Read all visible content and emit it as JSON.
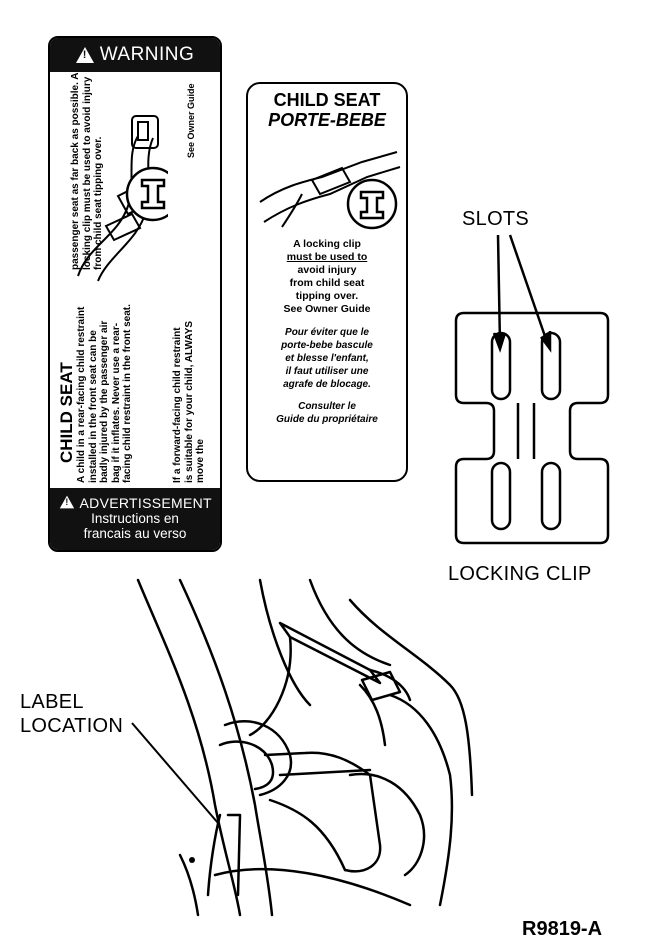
{
  "warning_label": {
    "header": "WARNING",
    "see_owner_guide": "See Owner Guide",
    "title": "CHILD SEAT",
    "text_col1": "passenger seat as far back as possible. A locking clip must be used to avoid injury from child seat tipping over.",
    "text_col2": "A child in a rear-facing child restraint installed in the front seat can be badly injured by the passenger air bag if it inflates. Never use a rear-facing child restraint in the front seat.",
    "text_col3": "If a forward-facing child restraint is suitable for your child, ALWAYS move the",
    "footer_title": "ADVERTISSEMENT",
    "footer_line1": "Instructions en",
    "footer_line2": "francais au verso"
  },
  "child_seat_label": {
    "title": "CHILD SEAT",
    "title_fr": "PORTE-BEBE",
    "en_line1": "A locking clip",
    "en_line2": "must be used to",
    "en_line3": "avoid injury",
    "en_line4": "from child seat",
    "en_line5": "tipping over.",
    "en_line6": "See Owner Guide",
    "fr_line1": "Pour éviter que le",
    "fr_line2": "porte-bebe bascule",
    "fr_line3": "et blesse l'enfant,",
    "fr_line4": "il faut utiliser une",
    "fr_line5": "agrafe de blocage.",
    "fr_line6": "Consulter le",
    "fr_line7": "Guide du propriétaire"
  },
  "clip_diagram": {
    "slots_label": "SLOTS",
    "clip_label": "LOCKING CLIP"
  },
  "seat_diagram": {
    "label_location_line1": "LABEL",
    "label_location_line2": "LOCATION"
  },
  "figure_ref": "R9819-A"
}
